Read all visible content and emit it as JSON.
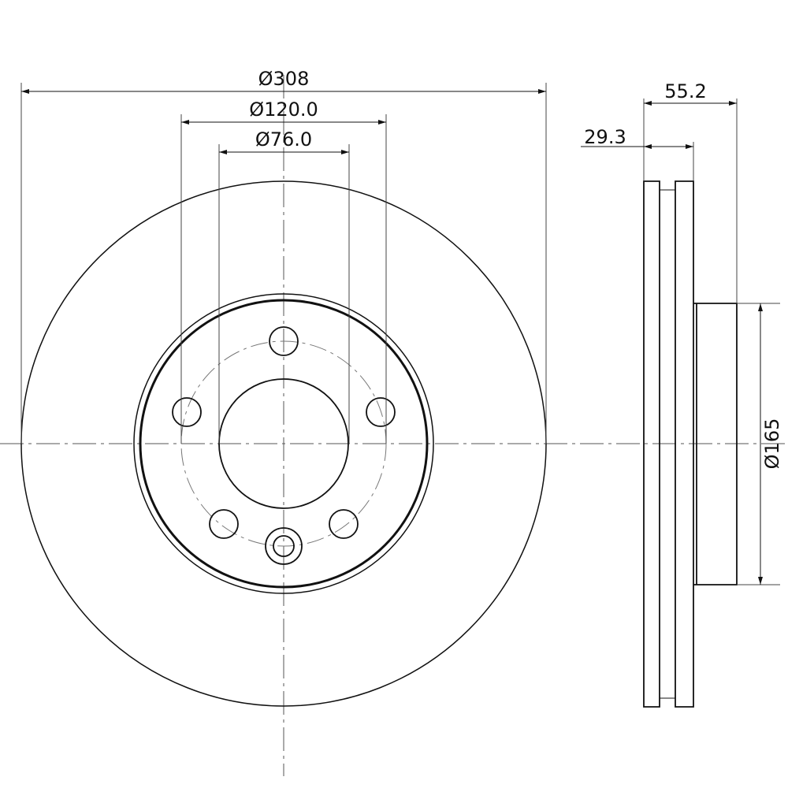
{
  "drawing": {
    "title": "Brake disc technical drawing",
    "dimensions": {
      "outer_diameter": "Ø308",
      "bolt_circle": "Ø120.0",
      "center_bore": "Ø76.0",
      "total_height": "55.2",
      "thickness": "29.3",
      "hub_diameter": "Ø165"
    },
    "bolt_holes": 5,
    "line_color": "#111111"
  }
}
